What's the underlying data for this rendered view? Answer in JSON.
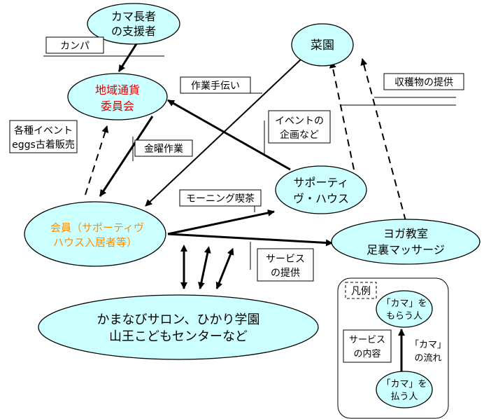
{
  "nodes": {
    "kama_supporters": {
      "line1": "カマ長者",
      "line2": "の支援者"
    },
    "committee": {
      "line1": "地域通貨",
      "line2": "委員会",
      "color": "#e00000"
    },
    "garden": {
      "label": "菜園"
    },
    "supportive_house": {
      "line1": "サポーティ",
      "line2": "ヴ・ハウス"
    },
    "members": {
      "line1": "会員（サポーティヴ",
      "line2": "ハウス入居者等）",
      "color": "#ff8c00"
    },
    "yoga": {
      "line1": "ヨガ教室",
      "line2": "足裏マッサージ"
    },
    "salon": {
      "line1": "かまなびサロン、ひかり学園",
      "line2": "山王こどもセンターなど"
    }
  },
  "edge_labels": {
    "kanpa": "カンパ",
    "sagyo_tetsudai": "作業手伝い",
    "shukaku": "収穫物の提供",
    "events_line1": "各種イベント",
    "events_line2": "eggs古着販売",
    "kinyo_sagyo": "金曜作業",
    "event_kikaku_line1": "イベントの",
    "event_kikaku_line2": "企画など",
    "morning": "モーニング喫茶",
    "service_line1": "サービス",
    "service_line2": "の提供"
  },
  "legend": {
    "title": "凡例",
    "receive_line1": "「カマ」を",
    "receive_line2": "もらう人",
    "pay_line1": "「カマ」を",
    "pay_line2": "払う人",
    "content_line1": "サービス",
    "content_line2": "の内容",
    "flow_line1": "「カマ」",
    "flow_line2": "の流れ"
  },
  "colors": {
    "node_fill": "#ccffff",
    "committee_text": "#e00000",
    "members_text": "#ff8c00"
  }
}
